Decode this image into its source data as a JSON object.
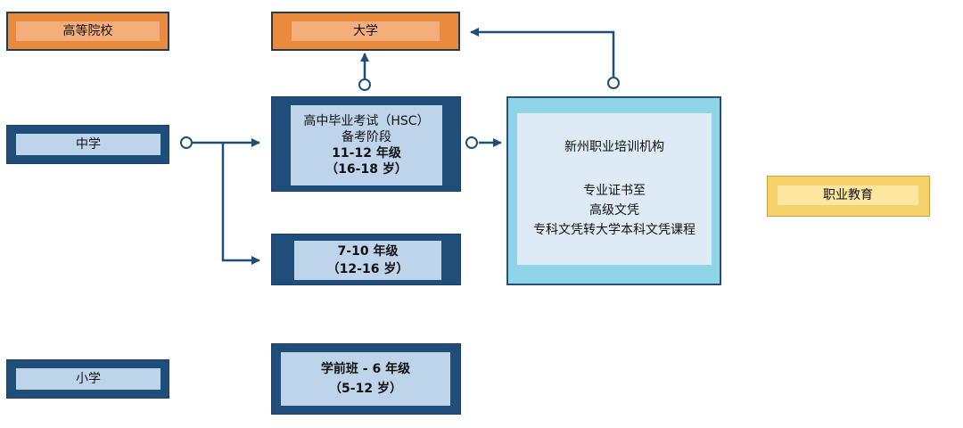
{
  "boxes": {
    "higher_ed": {
      "label": "高等院校"
    },
    "university": {
      "label": "大学"
    },
    "secondary": {
      "label": "中学"
    },
    "primary": {
      "label": "小学"
    },
    "vocational": {
      "label": "职业教育"
    },
    "hsc": {
      "line1": "高中毕业考试（HSC）",
      "line2": "备考阶段",
      "line3": "11-12 年级",
      "line4": "（16-18 岁）"
    },
    "grades_7_10": {
      "line1": "7-10 年级",
      "line2": "（12-16 岁）"
    },
    "kindergarten": {
      "line1": "学前班 - 6 年级",
      "line2": "（5-12 岁）"
    },
    "tafe": {
      "title": "新州职业培训机构",
      "line1": "专业证书至",
      "line2": "高级文凭",
      "line3": "专科文凭转大学本科文凭课程"
    }
  },
  "colors": {
    "navy": "#1f4e7a",
    "light_blue": "#bdd4ea",
    "orange": "#e98a3c",
    "orange_light": "#f4ae7b",
    "yellow": "#f6d36a",
    "yellow_light": "#fde6a0",
    "cyan": "#90d4e8",
    "pale_blue": "#deebf6",
    "connector": "#1f4e7a"
  }
}
